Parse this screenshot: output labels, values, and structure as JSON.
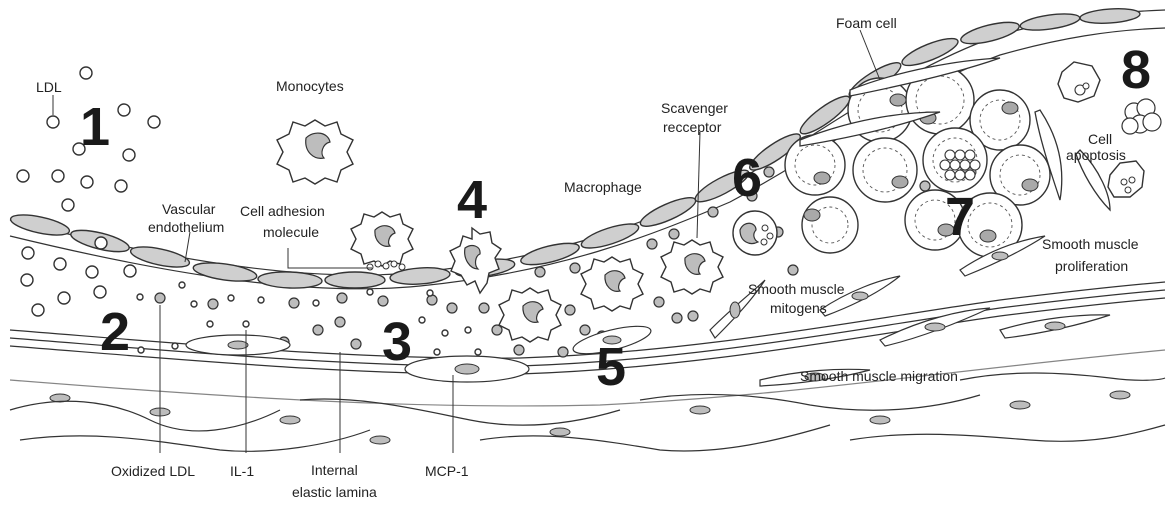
{
  "labels": {
    "ldl": "LDL",
    "monocytes": "Monocytes",
    "vascular_endothelium": [
      "Vascular",
      "endothelium"
    ],
    "cell_adhesion_molecule": [
      "Cell adhesion",
      "molecule"
    ],
    "macrophage": "Macrophage",
    "scavenger_receptor": [
      "Scavenger",
      "recceptor"
    ],
    "foam_cell": "Foam cell",
    "cell_apoptosis": [
      "Cell",
      "apoptosis"
    ],
    "smooth_muscle_proliferation": [
      "Smooth muscle",
      "proliferation"
    ],
    "smooth_muscle_mitogens": [
      "Smooth muscle",
      "mitogens"
    ],
    "smooth_muscle_migration": "Smooth muscle migration",
    "oxidized_ldl": "Oxidized LDL",
    "il1": "IL-1",
    "internal_elastic_lamina": [
      "Internal",
      "elastic lamina"
    ],
    "mcp1": "MCP-1"
  },
  "steps": [
    "1",
    "2",
    "3",
    "4",
    "5",
    "6",
    "7",
    "8"
  ],
  "colors": {
    "fill_gray": "#cfcfcf",
    "stroke": "#333333",
    "text": "#222222"
  }
}
